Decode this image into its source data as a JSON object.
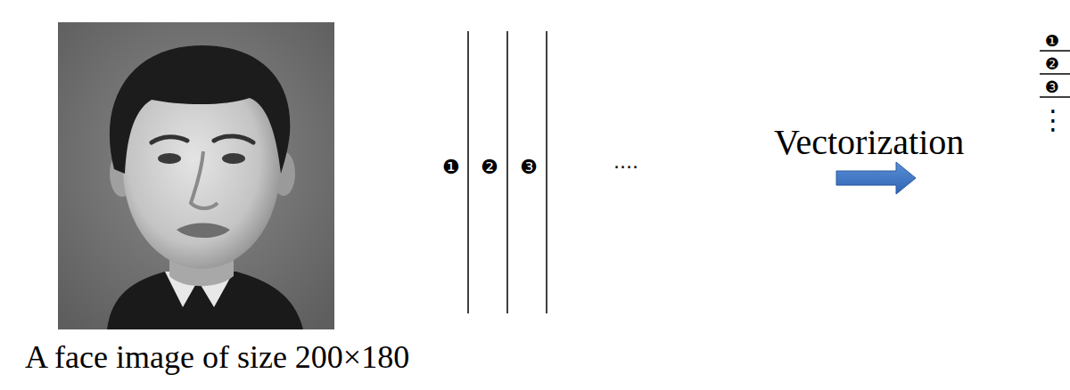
{
  "diagram": {
    "caption": "A face image of size 200×180",
    "labels": [
      "❶",
      "❷",
      "❸",
      "····",
      "Vectorization",
      "❶",
      "❷",
      "❸",
      "⋮"
    ]
  }
}
